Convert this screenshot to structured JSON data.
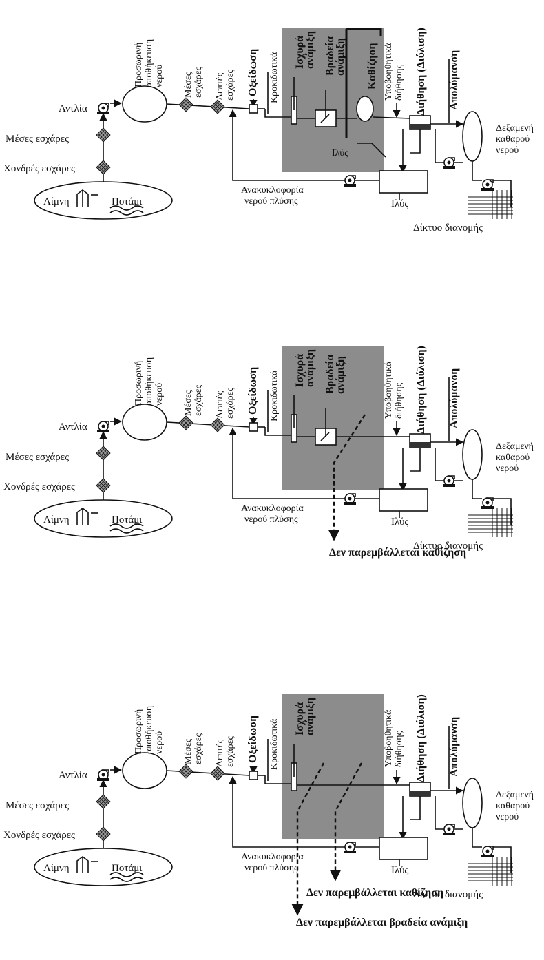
{
  "colors": {
    "shade": "#8c8c8c",
    "ink": "#111111"
  },
  "labels": {
    "storage": [
      "Προσωρινή",
      "αποθήκευση",
      "νερού"
    ],
    "medium_screens_top": [
      "Μέσες",
      "εσχάρες"
    ],
    "fine_screens": [
      "Λεπτές",
      "εσχάρες"
    ],
    "oxidation": "Οξείδωση",
    "coagulants": "Κροκιδωτικά",
    "rapid_mix": [
      "Ισχυρά",
      "ανάμιξη"
    ],
    "slow_mix": [
      "Βραδεία",
      "ανάμιξη"
    ],
    "sedimentation": "Καθίζηση",
    "filter_aids": [
      "Υποβοηθητικά",
      "διήθησης"
    ],
    "filtration": "Διήθηση (Διύλιση)",
    "disinfection": "Απολύμανση",
    "clean_tank": [
      "Δεξαμενή",
      "καθαρού",
      "νερού"
    ],
    "pump": "Αντλία",
    "medium_screens": "Μέσες εσχάρες",
    "coarse_screens": "Χονδρές εσχάρες",
    "lake": "Λίμνη",
    "river": "Ποτάμι",
    "recirculation": [
      "Ανακυκλοφορία",
      "νερού πλύσης"
    ],
    "sludge": "Ιλύς",
    "network": "Δίκτυο διανομής",
    "sludge_small": "Ιλύς"
  },
  "notes": {
    "no_sedimentation": "Δεν παρεμβάλλεται καθίζηση",
    "no_slow_mix": "Δεν παρεμβάλλεται βραδεία ανάμιξη"
  }
}
